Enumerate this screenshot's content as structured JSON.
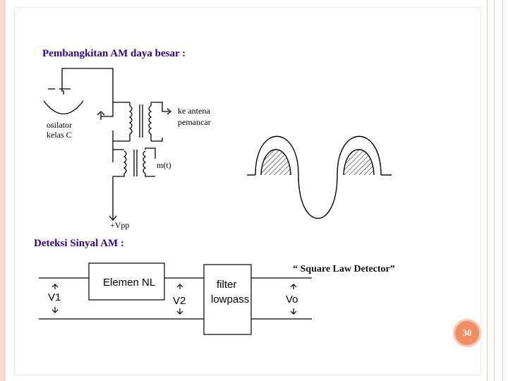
{
  "section1": {
    "title": "Pembangkitan AM daya besar :",
    "label_oscillator_line1": "osilator",
    "label_oscillator_line2": "kelas C",
    "label_antenna_line1": "ke antena",
    "label_antenna_line2": "pemancar",
    "label_modulation": "m(t)",
    "label_supply": "+Vpp"
  },
  "section2": {
    "title": "Deteksi Sinyal AM :",
    "caption": "“ Square Law Detector”",
    "block_nonlinear": "Elemen NL",
    "block_filter_line1": "filter",
    "block_filter_line2": "lowpass",
    "label_v1": "V1",
    "label_v2": "V2",
    "label_vo": "Vo"
  },
  "slide": {
    "page_number": "30"
  },
  "colors": {
    "title": "#330099",
    "badge": "#f08f63",
    "border": "#f6d9cc"
  }
}
